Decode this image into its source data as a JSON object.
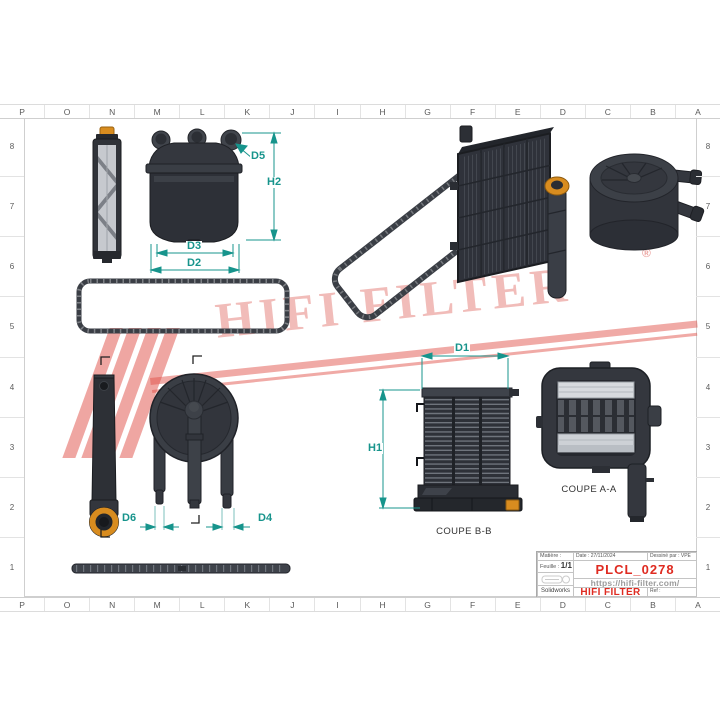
{
  "sheet": {
    "grid_columns": [
      "P",
      "O",
      "N",
      "M",
      "L",
      "K",
      "J",
      "I",
      "H",
      "G",
      "F",
      "E",
      "D",
      "C",
      "B",
      "A"
    ],
    "grid_rows": [
      "8",
      "7",
      "6",
      "5",
      "4",
      "3",
      "2",
      "1"
    ]
  },
  "dimensions": {
    "d5": "D5",
    "h2": "H2",
    "d3": "D3",
    "d2": "D2",
    "d1": "D1",
    "h1": "H1",
    "d6": "D6",
    "d4": "D4"
  },
  "sections": {
    "coupe_bb": "COUPE B-B",
    "coupe_aa": "COUPE A-A"
  },
  "watermark": {
    "brand": "HIFI FILTER",
    "registered": "®"
  },
  "title_block": {
    "material_label": "Matière :",
    "date_label": "Date :",
    "date_value": "27/11/2024",
    "drawn_by_label": "Dessiné par :",
    "drawn_by_value": "VPE",
    "sheet_label": "Feuille :",
    "sheet_value": "1/1",
    "part_number": "PLCL_0278",
    "website": "https://hifi-filter.com/",
    "software_label": "Solidworks",
    "brand": "HIFI FILTER",
    "ref_label": "Ref :"
  },
  "colors": {
    "dimension_teal": "#17948c",
    "accent_red": "#df2b21",
    "part_orange": "#d88c1f",
    "watermark_red": "#e04e46",
    "part_dark": "#2e3138"
  }
}
